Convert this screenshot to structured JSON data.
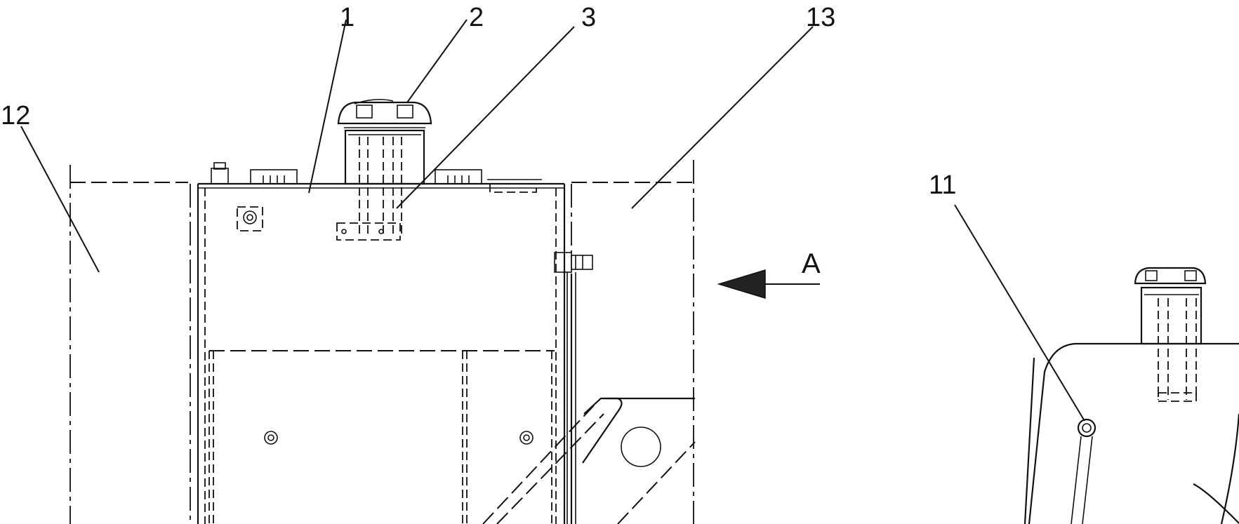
{
  "callouts": {
    "c1": "1",
    "c2": "2",
    "c3": "3",
    "c11": "11",
    "c12": "12",
    "c13": "13"
  },
  "view": {
    "label": "A"
  },
  "colors": {
    "line": "#111111",
    "background": "#ffffff"
  }
}
